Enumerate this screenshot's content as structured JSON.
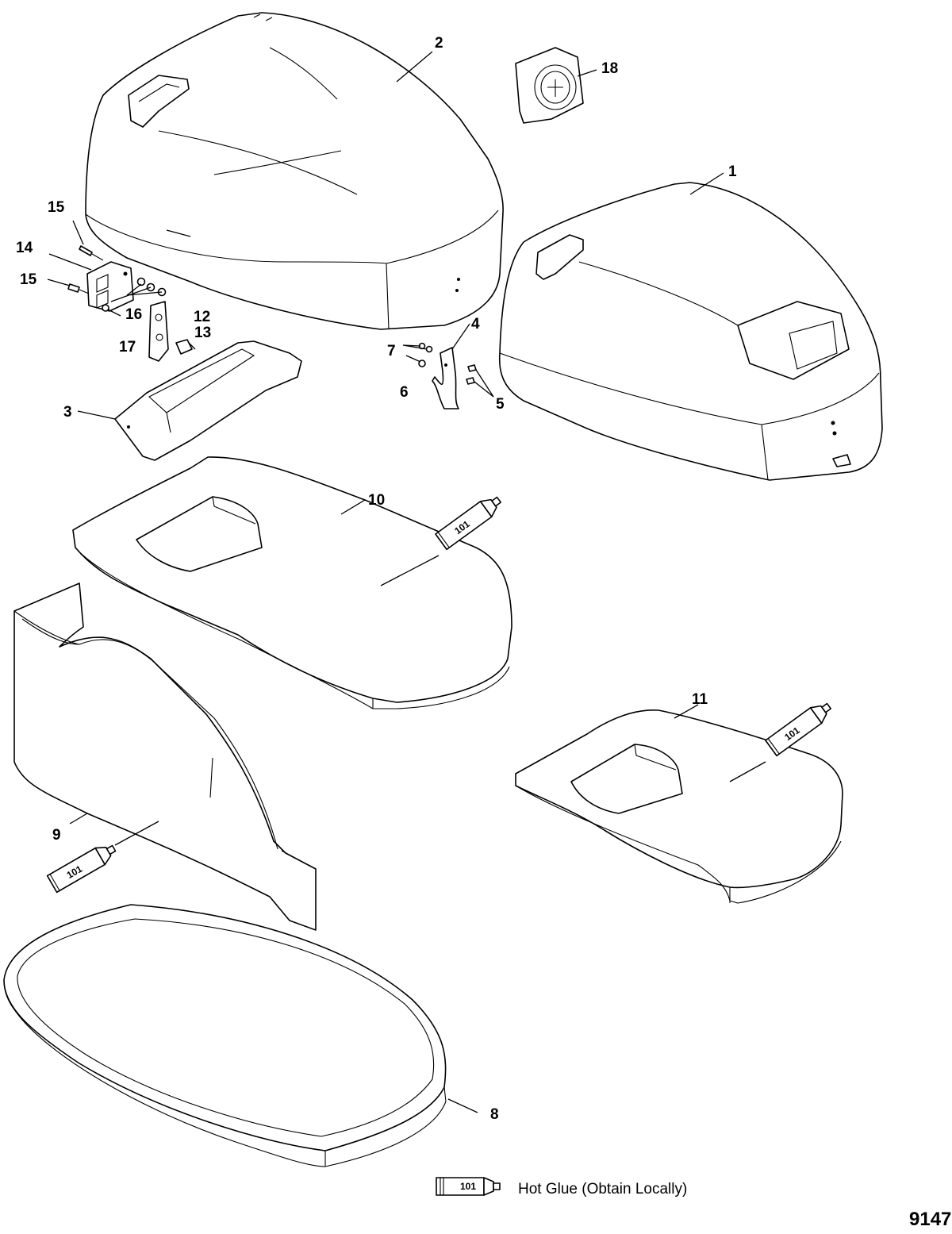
{
  "callouts": {
    "c1": "1",
    "c2": "2",
    "c3": "3",
    "c4": "4",
    "c5": "5",
    "c6": "6",
    "c7": "7",
    "c8": "8",
    "c9": "9",
    "c10": "10",
    "c11": "11",
    "c12": "12",
    "c13": "13",
    "c14": "14",
    "c15": "15",
    "c15b": "15",
    "c16": "16",
    "c17": "17",
    "c18": "18"
  },
  "glue_tube_label": "101",
  "legend": {
    "tube_label": "101",
    "text": "Hot Glue (Obtain Locally)"
  },
  "figure_number": "9147"
}
